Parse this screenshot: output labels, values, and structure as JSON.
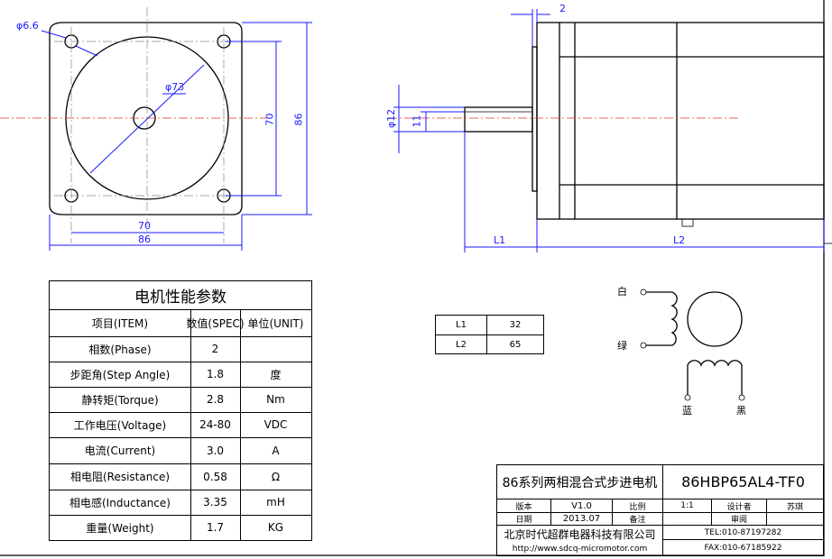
{
  "front_view": {
    "hole_dia": "φ6.6",
    "bolt_circle_dia": "φ73",
    "hole_spacing": "70",
    "body_size": "86"
  },
  "side_view": {
    "flange_thickness": "2",
    "shaft_dia": "φ12",
    "shaft_flat": "11",
    "shaft_length": "L1",
    "body_length": "L2"
  },
  "spec_table": {
    "title": "电机性能参数",
    "headers": [
      "项目(ITEM)",
      "数值(SPEC)",
      "单位(UNIT)"
    ],
    "rows": [
      {
        "item": "相数(Phase)",
        "spec": "2",
        "unit": ""
      },
      {
        "item": "步距角(Step Angle)",
        "spec": "1.8",
        "unit": "度"
      },
      {
        "item": "静转矩(Torque)",
        "spec": "2.8",
        "unit": "Nm"
      },
      {
        "item": "工作电压(Voltage)",
        "spec": "24-80",
        "unit": "VDC"
      },
      {
        "item": "电流(Current)",
        "spec": "3.0",
        "unit": "A"
      },
      {
        "item": "相电阻(Resistance)",
        "spec": "0.58",
        "unit": "Ω"
      },
      {
        "item": "相电感(Inductance)",
        "spec": "3.35",
        "unit": "mH"
      },
      {
        "item": "重量(Weight)",
        "spec": "1.7",
        "unit": "KG"
      }
    ]
  },
  "length_table": [
    {
      "label": "L1",
      "value": "32"
    },
    {
      "label": "L2",
      "value": "65"
    }
  ],
  "wiring": {
    "white": "白",
    "green": "绿",
    "blue": "蓝",
    "black": "黑"
  },
  "title_block": {
    "name": "86系列两相混合式步进电机",
    "model": "86HBP65AL4-TF0",
    "version_label": "版本",
    "version": "V1.0",
    "scale_label": "比例",
    "scale": "1:1",
    "designer_label": "设计者",
    "designer": "苏琪",
    "date_label": "日期",
    "date": "2013.07",
    "note_label": "备注",
    "review_label": "审阅",
    "company": "北京时代超群电器科技有限公司",
    "website": "http://www.sdcq-micromotor.com",
    "tel": "TEL:010-87197282",
    "fax": "FAX:010-67185922"
  }
}
